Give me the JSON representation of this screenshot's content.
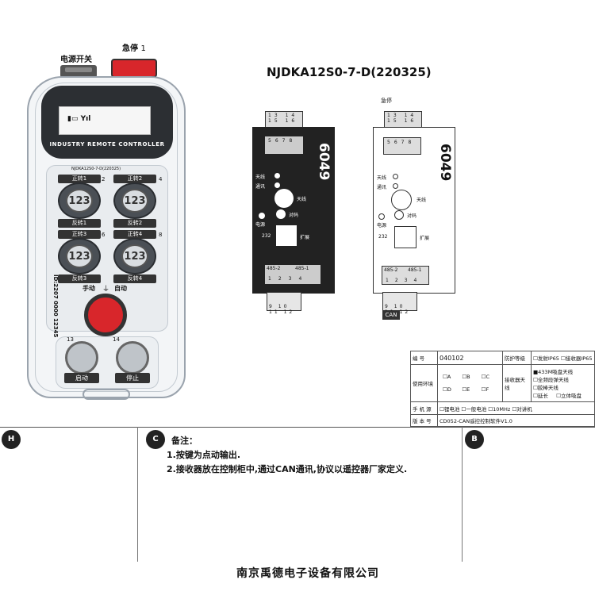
{
  "remote": {
    "power_switch_label": "电源开关",
    "estop_label": "急停",
    "estop_num": "1",
    "lcd_text": "▮▭ Yıl",
    "brand": "INDUSTRY REMOTE CONTROLLER",
    "model_small": "NJDKA12S0-7-D(220325)",
    "keys": [
      {
        "top": "正转1",
        "bottom": "反转1",
        "center": "123",
        "num": "2"
      },
      {
        "top": "正转2",
        "bottom": "反转2",
        "center": "123",
        "num": "4"
      },
      {
        "top": "正转3",
        "bottom": "反转3",
        "center": "123",
        "num": "6"
      },
      {
        "top": "正转4",
        "bottom": "反转4",
        "center": "123",
        "num": "8"
      }
    ],
    "manual_label": "手动",
    "auto_label": "自动",
    "serial": "ID:2207 0000 12345",
    "start_label": "启动",
    "stop_label": "停止",
    "start_num": "13",
    "stop_num": "14"
  },
  "receivers": {
    "title": "NJDKA12S0-7-D(220325)",
    "code": "6049",
    "top_terms": [
      "13",
      "14",
      "15",
      "16"
    ],
    "top_terms_sub": [
      "5",
      "6",
      "7",
      "8"
    ],
    "antenna_label": "天线",
    "comm_label": "通讯",
    "power_label": "电源",
    "freq_label": "对码",
    "port232": "232",
    "expand": "扩展",
    "bottom_terms": [
      "485-2",
      "485-1"
    ],
    "bottom_pins": [
      "1",
      "2",
      "3",
      "4"
    ],
    "can_terms": [
      "9",
      "10",
      "11",
      "12"
    ],
    "can_label": "CAN",
    "white_top_label": "急停"
  },
  "spec": {
    "num_label": "编    号",
    "num_value": "040102",
    "env_label": "使用环境",
    "env_opts": [
      "A",
      "B",
      "C",
      "D",
      "E",
      "F"
    ],
    "hand_label": "手  机  源",
    "hand_opts": [
      "锂电池",
      "一般电池",
      "10MHz",
      "对讲机"
    ],
    "ver_label": "版  本  号",
    "ver_value": "CD052-CAN遥控控制软件V1.0",
    "protect_label": "防护等级",
    "protect_opts": [
      "发射IP65",
      "接收器IP65"
    ],
    "antenna_label": "接收器天线",
    "antenna_opts": [
      "433M吸盘天线",
      "全频段弹天线",
      "胶棒天线",
      "延长",
      "立体吸盘"
    ]
  },
  "frame": {
    "marker_h": "H",
    "marker_c": "C",
    "marker_b": "B"
  },
  "notes": {
    "title": "备注：",
    "line1": "1.按键为点动输出.",
    "line2": "2.接收器放在控制柜中,通过CAN通讯,协议以遥控器厂家定义."
  },
  "company": "南京禹德电子设备有限公司"
}
